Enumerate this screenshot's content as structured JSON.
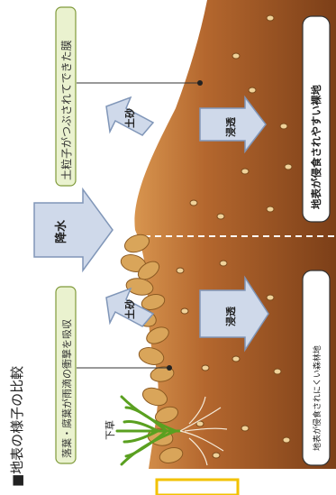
{
  "figure": {
    "title": "■地表の様子の比較",
    "callouts": {
      "sealed_crust": "土粒子がつぶされてできた膜",
      "litter_absorbs": "落葉・腐葉が雨滴の衝撃を吸収"
    },
    "arrows": {
      "rain": "降水",
      "sediment_top": "土砂",
      "sediment_bottom": "土砂",
      "infiltration_top": "浸透",
      "infiltration_bottom": "浸透"
    },
    "plant_label": "下草",
    "panels": {
      "bare": "地表が侵食されやすい裸地",
      "forest": "地表が侵食されにくい森林地"
    }
  },
  "colors": {
    "soil_dark": "#8a4a1e",
    "soil_light": "#c27b3e",
    "arrow_fill": "#cfd9ea",
    "arrow_stroke": "#8096b8",
    "callout_fill": "#eaf2cf",
    "callout_stroke": "#7f9a3a",
    "litter": "#d9a55a",
    "highlight_box": "#f2c200"
  }
}
